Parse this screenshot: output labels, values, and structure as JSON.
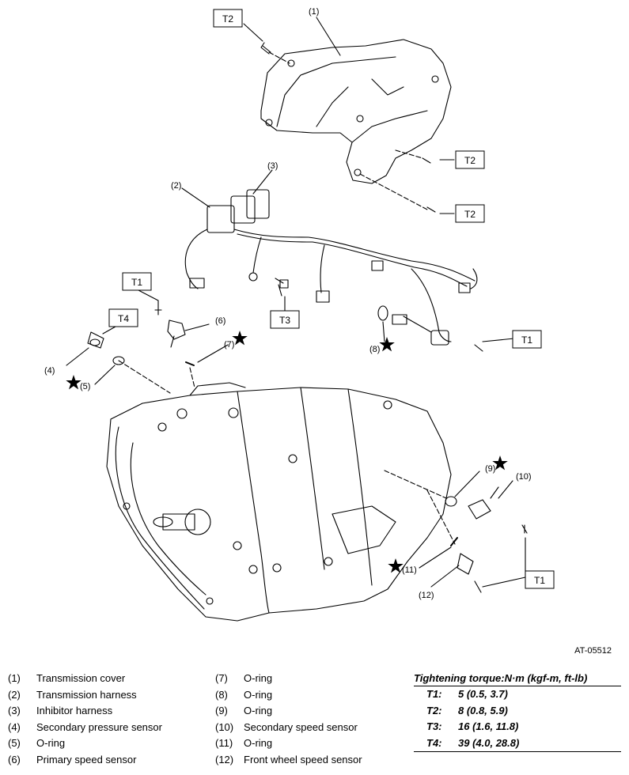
{
  "figure_id": "AT-05512",
  "torque_tags": [
    "T1",
    "T2",
    "T3",
    "T4"
  ],
  "callouts": [
    "(1)",
    "(2)",
    "(3)",
    "(4)",
    "(5)",
    "(6)",
    "(7)",
    "(8)",
    "(9)",
    "(10)",
    "(11)",
    "(12)"
  ],
  "legend": [
    {
      "num": "(1)",
      "name": "Transmission cover"
    },
    {
      "num": "(2)",
      "name": "Transmission harness"
    },
    {
      "num": "(3)",
      "name": "Inhibitor harness"
    },
    {
      "num": "(4)",
      "name": "Secondary pressure sensor"
    },
    {
      "num": "(5)",
      "name": "O-ring"
    },
    {
      "num": "(6)",
      "name": "Primary speed sensor"
    },
    {
      "num": "(7)",
      "name": "O-ring"
    },
    {
      "num": "(8)",
      "name": "O-ring"
    },
    {
      "num": "(9)",
      "name": "O-ring"
    },
    {
      "num": "(10)",
      "name": "Secondary speed sensor"
    },
    {
      "num": "(11)",
      "name": "O-ring"
    },
    {
      "num": "(12)",
      "name": "Front wheel speed sensor"
    }
  ],
  "torque": {
    "title": "Tightening torque:N·m (kgf-m, ft-lb)",
    "rows": [
      {
        "key": "T1:",
        "value": "5 (0.5, 3.7)"
      },
      {
        "key": "T2:",
        "value": "8 (0.8, 5.9)"
      },
      {
        "key": "T3:",
        "value": "16 (1.6, 11.8)"
      },
      {
        "key": "T4:",
        "value": "39 (4.0, 28.8)"
      }
    ]
  }
}
